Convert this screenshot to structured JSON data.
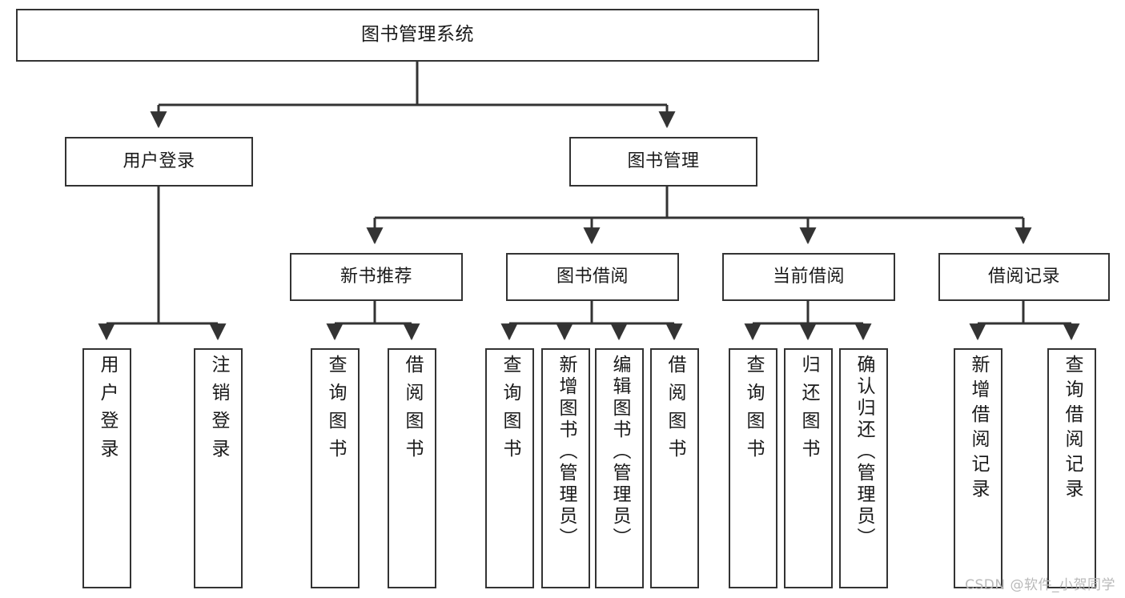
{
  "diagram": {
    "type": "tree",
    "title_node": "图书管理系统",
    "watermark": "CSDN @软件_小贺同学",
    "colors": {
      "node_border": "#333333",
      "node_fill": "#ffffff",
      "edge": "#333333",
      "text": "#1a1a1a",
      "watermark": "#b9b9b9",
      "background": "#ffffff"
    },
    "levels": {
      "level1": [
        "图书管理系统"
      ],
      "level2": [
        "用户登录",
        "图书管理"
      ],
      "level3": [
        "新书推荐",
        "图书借阅",
        "当前借阅",
        "借阅记录"
      ],
      "level4": [
        "用户登录",
        "注销登录",
        "查询图书",
        "借阅图书",
        "查询图书",
        "新增图书（管理员）",
        "编辑图书（管理员）",
        "借阅图书",
        "查询图书",
        "归还图书",
        "确认归还（管理员）",
        "新增借阅记录",
        "查询借阅记录"
      ]
    },
    "nodes": {
      "root": {
        "label": "图书管理系统"
      },
      "user_login": {
        "label": "用户登录"
      },
      "book_manage": {
        "label": "图书管理"
      },
      "new_book_rec": {
        "label": "新书推荐"
      },
      "book_borrow": {
        "label": "图书借阅"
      },
      "current_borrow": {
        "label": "当前借阅"
      },
      "borrow_record": {
        "label": "借阅记录"
      },
      "leaf_user_login": {
        "label": "用户登录"
      },
      "leaf_logout": {
        "label": "注销登录"
      },
      "leaf_query_book_1": {
        "label": "查询图书"
      },
      "leaf_borrow_book_1": {
        "label": "借阅图书"
      },
      "leaf_query_book_2": {
        "label": "查询图书"
      },
      "leaf_add_book": {
        "label": "新增图书（管理员）"
      },
      "leaf_edit_book": {
        "label": "编辑图书（管理员）"
      },
      "leaf_borrow_book_2": {
        "label": "借阅图书"
      },
      "leaf_query_book_3": {
        "label": "查询图书"
      },
      "leaf_return_book": {
        "label": "归还图书"
      },
      "leaf_confirm_return": {
        "label": "确认归还（管理员）"
      },
      "leaf_add_record": {
        "label": "新增借阅记录"
      },
      "leaf_query_record": {
        "label": "查询借阅记录"
      }
    },
    "edges": [
      {
        "from": "root",
        "to": "user_login"
      },
      {
        "from": "root",
        "to": "book_manage"
      },
      {
        "from": "user_login",
        "to": "leaf_user_login"
      },
      {
        "from": "user_login",
        "to": "leaf_logout"
      },
      {
        "from": "book_manage",
        "to": "new_book_rec"
      },
      {
        "from": "book_manage",
        "to": "book_borrow"
      },
      {
        "from": "book_manage",
        "to": "current_borrow"
      },
      {
        "from": "book_manage",
        "to": "borrow_record"
      },
      {
        "from": "new_book_rec",
        "to": "leaf_query_book_1"
      },
      {
        "from": "new_book_rec",
        "to": "leaf_borrow_book_1"
      },
      {
        "from": "book_borrow",
        "to": "leaf_query_book_2"
      },
      {
        "from": "book_borrow",
        "to": "leaf_add_book"
      },
      {
        "from": "book_borrow",
        "to": "leaf_edit_book"
      },
      {
        "from": "book_borrow",
        "to": "leaf_borrow_book_2"
      },
      {
        "from": "current_borrow",
        "to": "leaf_query_book_3"
      },
      {
        "from": "current_borrow",
        "to": "leaf_return_book"
      },
      {
        "from": "current_borrow",
        "to": "leaf_confirm_return"
      },
      {
        "from": "borrow_record",
        "to": "leaf_add_record"
      },
      {
        "from": "borrow_record",
        "to": "leaf_query_record"
      }
    ]
  }
}
